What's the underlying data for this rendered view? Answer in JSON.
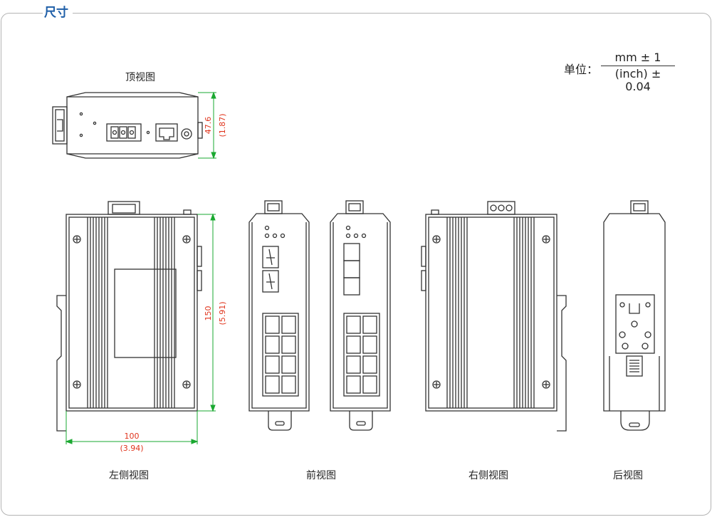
{
  "header": {
    "title": "尺寸"
  },
  "unit": {
    "label": "单位：",
    "numerator": "mm ± 1",
    "denominator": "(inch) ± 0.04"
  },
  "views": {
    "top": "顶视图",
    "left": "左侧视图",
    "front": "前视图",
    "right": "右侧视图",
    "back": "后视图"
  },
  "dimensions": {
    "top_height_mm": "47.6",
    "top_height_in": "(1.87)",
    "side_height_mm": "150",
    "side_height_in": "(5.91)",
    "side_width_mm": "100",
    "side_width_in": "(3.94)"
  },
  "colors": {
    "title": "#1f5fa8",
    "dimension_line": "#1aa830",
    "dimension_text": "#e0341c",
    "drawing": "#333333",
    "frame": "#b4b4b4"
  }
}
